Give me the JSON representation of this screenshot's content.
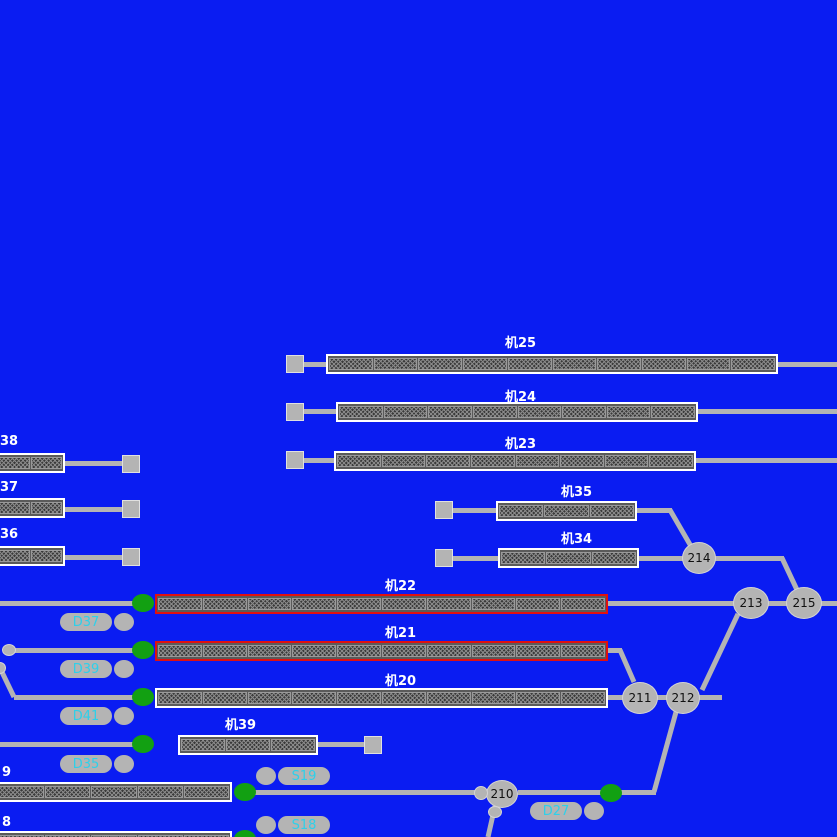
{
  "colors": {
    "background": "#0a1cf2",
    "line": "#b4b4b4",
    "track_border_normal": "#ffffff",
    "track_border_occupied": "#e01010",
    "signal_green": "#12a012",
    "signal_label": "#2ed0ea"
  },
  "tracks": {
    "t25": {
      "label": "机25",
      "segments": 10,
      "state": "normal"
    },
    "t24": {
      "label": "机24",
      "segments": 8,
      "state": "normal"
    },
    "t23": {
      "label": "机23",
      "segments": 8,
      "state": "normal"
    },
    "t35": {
      "label": "机35",
      "segments": 3,
      "state": "normal"
    },
    "t34": {
      "label": "机34",
      "segments": 3,
      "state": "normal"
    },
    "t22": {
      "label": "机22",
      "segments": 10,
      "state": "occupied"
    },
    "t21": {
      "label": "机21",
      "segments": 10,
      "state": "occupied"
    },
    "t20": {
      "label": "机20",
      "segments": 10,
      "state": "normal"
    },
    "t39": {
      "label": "机39",
      "segments": 3,
      "state": "normal"
    },
    "t38": {
      "label": "38",
      "segments": 2,
      "state": "normal"
    },
    "t37": {
      "label": "37",
      "segments": 2,
      "state": "normal"
    },
    "t36": {
      "label": "36",
      "segments": 2,
      "state": "normal"
    },
    "t19": {
      "label": "9",
      "segments": 5,
      "state": "normal"
    },
    "t18": {
      "label": "8",
      "segments": 5,
      "state": "normal"
    }
  },
  "switches": {
    "s214": "214",
    "s213": "213",
    "s215": "215",
    "s211": "211",
    "s212": "212",
    "s210": "210"
  },
  "signals": {
    "d37": "D37",
    "d39": "D39",
    "d41": "D41",
    "d35": "D35",
    "d27": "D27",
    "s19": "S19",
    "s18": "S18"
  }
}
